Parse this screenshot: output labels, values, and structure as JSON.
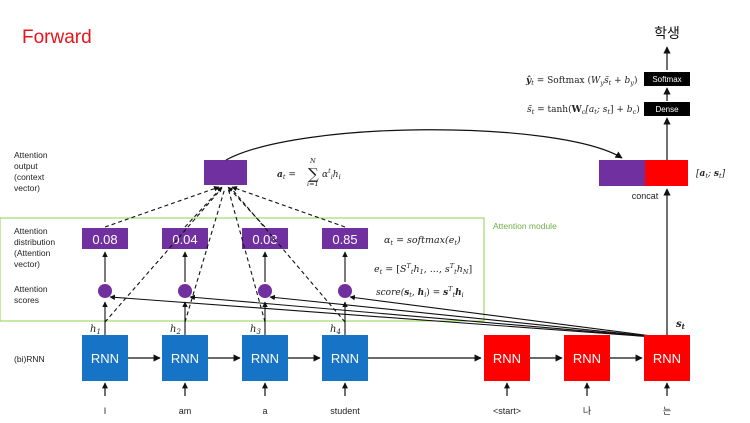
{
  "title": "Forward",
  "left_labels": {
    "attn_output": [
      "Attention",
      "output",
      "(context",
      "vector)"
    ],
    "attn_dist": [
      "Attention",
      "distribution",
      "(Attention",
      "vector)"
    ],
    "attn_scores": [
      "Attention",
      "scores"
    ],
    "bi_rnn": "(bi)RNN"
  },
  "module_label": "Attention module",
  "encoder": {
    "rnn_label": "RNN",
    "inputs": [
      "I",
      "am",
      "a",
      "student"
    ],
    "hidden": [
      "h1",
      "h2",
      "h3",
      "h4"
    ],
    "hidden_base": "h",
    "hidden_sub": [
      "1",
      "2",
      "3",
      "4"
    ],
    "attention_values": [
      "0.08",
      "0.04",
      "0.03",
      "0.85"
    ]
  },
  "decoder": {
    "rnn_label": "RNN",
    "inputs": [
      "<start>",
      "나",
      "는"
    ],
    "state_base": "s",
    "state_sub": "t"
  },
  "concat_label": "concat",
  "concat_eq": "[a_t; s_t]",
  "softmax_label": "Softmax",
  "dense_label": "Dense",
  "output_word": "학생",
  "equations": {
    "context": "a_t = Σ_{i=1}^{N} α_i^t h_i",
    "alpha": "α_t = softmax(e_t)",
    "e": "e_t = [s_t^T h_1, ..., s_t^T h_N]",
    "score": "score(s_t, h_i) = s_t^T h_i",
    "y_hat": "ŷ_t = Softmax(W_y s̃_t + b_y)",
    "s_tilde": "s̃_t = tanh(W_c[a_t; s_t] + b_c)"
  },
  "colors": {
    "title": "#e8141b",
    "encoder": "#1673c6",
    "decoder": "#ff0000",
    "attention": "#7030a0",
    "module_border": "#92d050",
    "module_text": "#70ad47",
    "black_box": "#000000"
  }
}
